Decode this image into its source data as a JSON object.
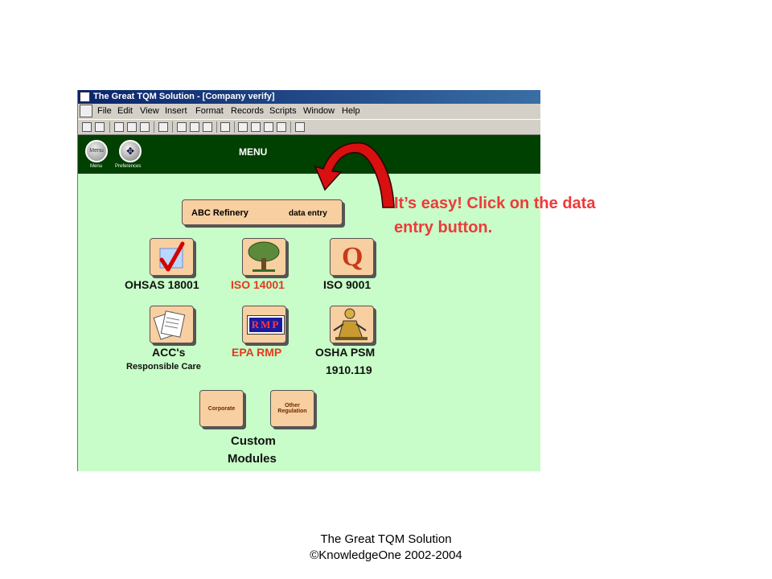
{
  "window": {
    "title": "The Great TQM Solution - [Company verify]"
  },
  "menubar": {
    "items": [
      "File",
      "Edit",
      "View",
      "Insert",
      "Format",
      "Records",
      "Scripts",
      "Window",
      "Help"
    ]
  },
  "header": {
    "menu_button": "Menu",
    "menu_label": "Menu",
    "preferences_label": "Preferences",
    "title": "MENU"
  },
  "entry_button": {
    "company": "ABC Refinery",
    "action": "data entry"
  },
  "modules": {
    "ohsas": "OHSAS 18001",
    "iso14001": "ISO 14001",
    "iso9001": "ISO 9001",
    "q_icon_text": "Q",
    "accs": "ACC's",
    "accs_sub": "Responsible Care",
    "epa": "EPA RMP",
    "rmp_icon_text": "RMP",
    "osha": "OSHA PSM",
    "osha_sub": "1910.119"
  },
  "custom": {
    "corporate": "Corporate",
    "other": "Other Regulation",
    "label_line1": "Custom",
    "label_line2": "Modules"
  },
  "callout": {
    "line1": "It’s easy!  Click on the data",
    "line2": "entry button."
  },
  "footer": {
    "line1": "The Great TQM Solution",
    "line2": "©KnowledgeOne 2002-2004"
  },
  "colors": {
    "app_background": "#c8fcc8",
    "header_background": "#004000",
    "button_fill": "#f8cfa0",
    "callout_red": "#ee3a3a",
    "iso14001_red": "#e23a1e"
  }
}
